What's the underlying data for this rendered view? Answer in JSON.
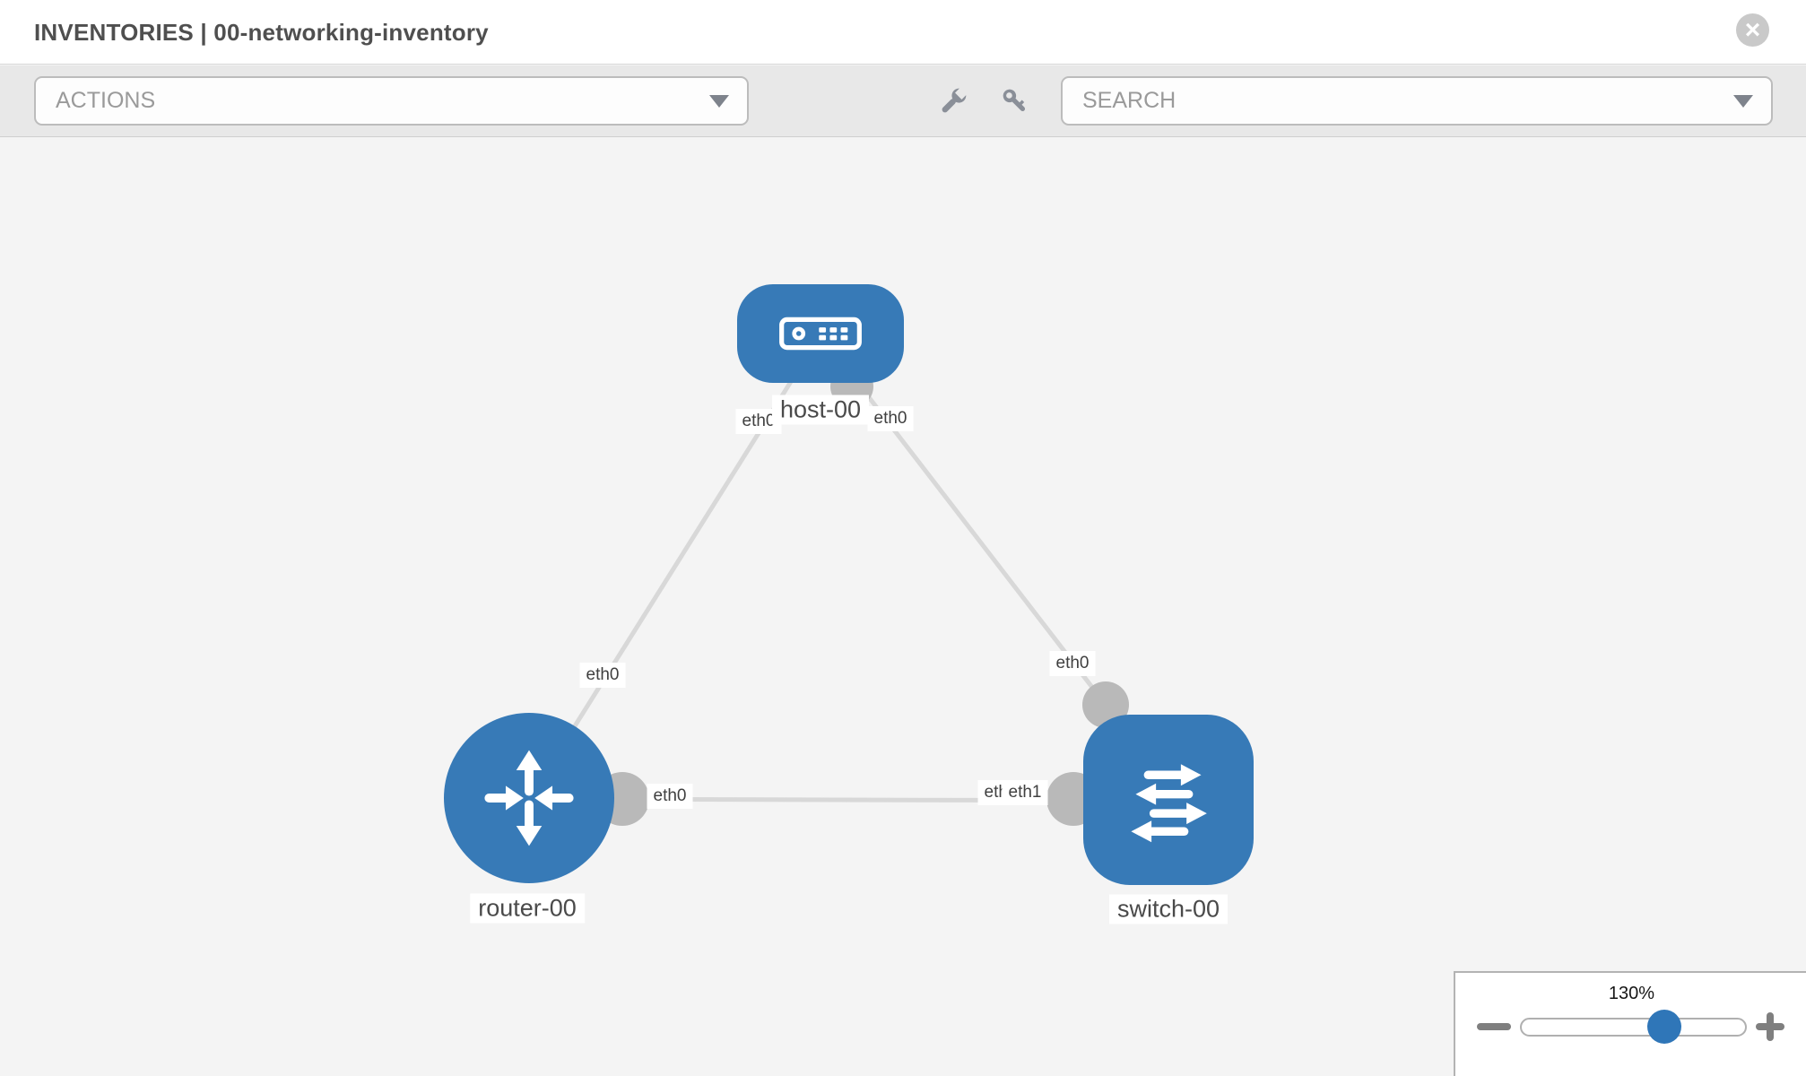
{
  "header": {
    "title": "INVENTORIES | 00-networking-inventory"
  },
  "toolbar": {
    "actions_label": "ACTIONS",
    "search_label": "SEARCH",
    "icons": [
      "wrench-icon",
      "key-icon"
    ]
  },
  "topology": {
    "nodes": {
      "host": {
        "label": "host-00",
        "type": "host"
      },
      "router": {
        "label": "router-00",
        "type": "router"
      },
      "switch": {
        "label": "switch-00",
        "type": "switch"
      }
    },
    "links": [
      {
        "from": "router-00",
        "to": "host-00"
      },
      {
        "from": "host-00",
        "to": "switch-00"
      },
      {
        "from": "router-00",
        "to": "switch-00"
      }
    ],
    "interfaces": {
      "router_host": {
        "router_end": "eth0",
        "host_end": "eth0"
      },
      "host_switch": {
        "host_end": "eth0",
        "switch_end": "eth0"
      },
      "router_switch": {
        "router_end": "eth0",
        "switch_end": "eth1",
        "switch_end_overlapped": "eth0"
      }
    }
  },
  "zoom_control": {
    "level": "130%"
  },
  "colors": {
    "node_blue": "#377ab7",
    "link_gray": "#d8d8d8",
    "port_gray": "#b9b9b9",
    "slider_thumb_blue": "#2f76b8",
    "toolbar_gray": "#e8e8e8",
    "canvas_gray": "#f4f4f4"
  }
}
